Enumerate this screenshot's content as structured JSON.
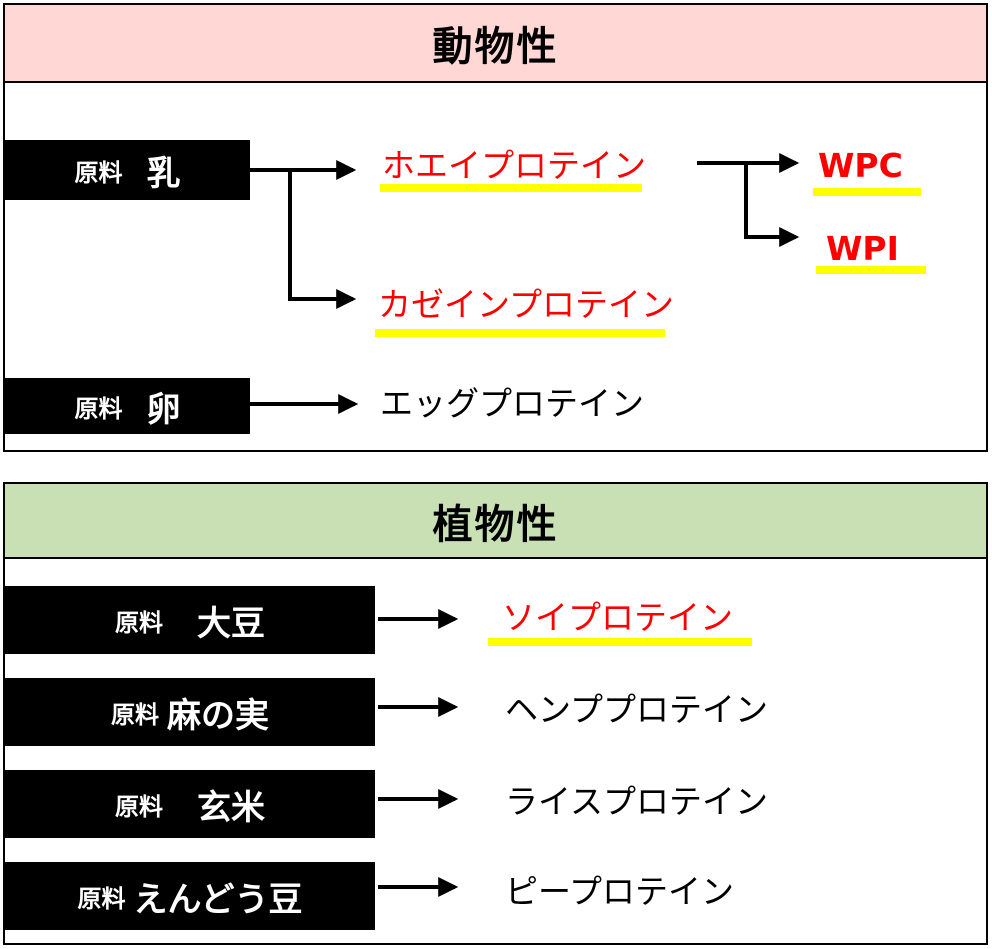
{
  "animal": {
    "header": "動物性",
    "header_color": "#ffd7d5",
    "sources": [
      {
        "prefix": "原料",
        "material": "乳"
      },
      {
        "prefix": "原料",
        "material": "卵"
      }
    ],
    "products": {
      "whey": "ホエイプロテイン",
      "casein": "カゼインプロテイン",
      "wpc": "WPC",
      "wpi": "WPI",
      "egg": "エッグプロテイン"
    }
  },
  "plant": {
    "header": "植物性",
    "header_color": "#c8e0b4",
    "sources": [
      {
        "prefix": "原料",
        "material": "大豆",
        "product": "ソイプロテイン"
      },
      {
        "prefix": "原料",
        "material": "麻の実",
        "product": "ヘンププロテイン"
      },
      {
        "prefix": "原料",
        "material": "玄米",
        "product": "ライスプロテイン"
      },
      {
        "prefix": "原料",
        "material": "えんどう豆",
        "product": "ピープロテイン"
      }
    ]
  },
  "colors": {
    "highlight_text": "#ff0000",
    "underline": "#ffff00",
    "source_bg": "#000000"
  }
}
